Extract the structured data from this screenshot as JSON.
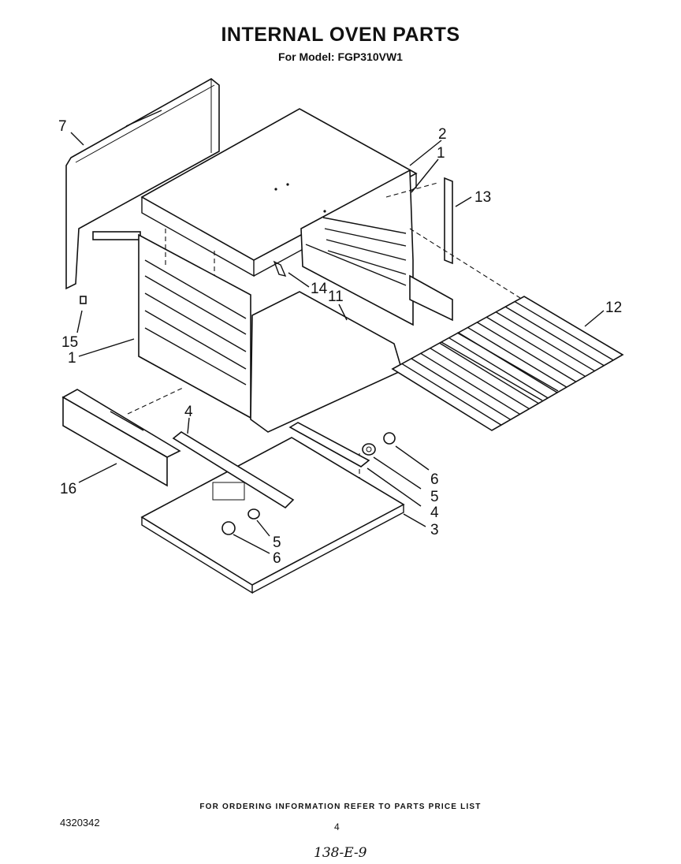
{
  "title": "INTERNAL OVEN PARTS",
  "subtitle": "For Model: FGP310VW1",
  "footer_note": "FOR ORDERING INFORMATION REFER TO PARTS PRICE LIST",
  "doc_number": "4320342",
  "page_number": "4",
  "handwritten": "138-E-9",
  "callouts": {
    "c7": "7",
    "c2": "2",
    "c1a": "1",
    "c13": "13",
    "c14": "14",
    "c11": "11",
    "c15": "15",
    "c1b": "1",
    "c12": "12",
    "c4a": "4",
    "c6a": "6",
    "c5a": "5",
    "c4b": "4",
    "c3": "3",
    "c16": "16",
    "c5b": "5",
    "c6b": "6"
  }
}
